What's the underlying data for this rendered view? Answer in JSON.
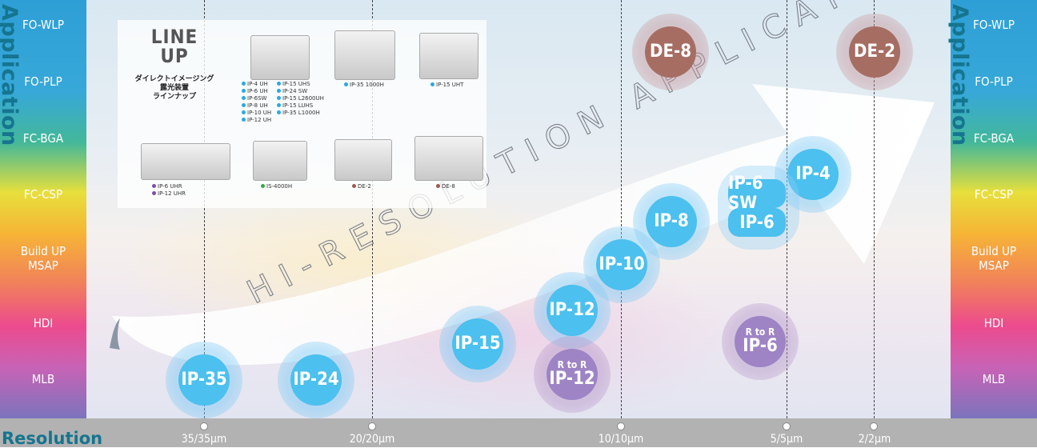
{
  "side_title": "Application",
  "applications": [
    "FO-WLP",
    "FO-PLP",
    "FC-BGA",
    "FC-CSP",
    "Build UP\nMSAP",
    "HDI",
    "MLB"
  ],
  "resolution_title": "Resolution",
  "resolutions": [
    "35/35μm",
    "20/20μm",
    "10/10μm",
    "5/5μm",
    "2/2μm"
  ],
  "banner_text": "HI-RESOLUTION APPLICATION",
  "lineup": {
    "title_line1": "LINE",
    "title_line2": "UP",
    "subtitle": "ダイレクトイメージング\n露光装置\nラインナップ",
    "tags": {
      "m1_col1": [
        "IP-4 UH",
        "IP-6 UH",
        "IP-6SW",
        "IP-8 UH",
        "IP-10 UH",
        "IP-12 UH"
      ],
      "m1_col2": [
        "IP-15 UHS",
        "IP-24 SW",
        "IP-15 L2600UH",
        "IP-15 LUHS",
        "IP-35 L1000H"
      ],
      "m2": [
        "IP-35 1000H"
      ],
      "m3": [
        "IP-15 UHT"
      ],
      "m4": [
        "IP-6 UHR",
        "IP-12 UHR"
      ],
      "m5": [
        "IS-4000H"
      ],
      "m6": [
        "DE-2"
      ],
      "m7": [
        "DE-8"
      ]
    },
    "colors": {
      "blue": "#2aa9e0",
      "purple": "#7b4fa8",
      "green": "#3aa84a",
      "brown": "#9b5a4c"
    }
  },
  "products": {
    "ip35": "IP-35",
    "ip24": "IP-24",
    "ip15": "IP-15",
    "ip12": "IP-12",
    "ip10": "IP-10",
    "ip8": "IP-8",
    "ip6sw": "IP-6 SW",
    "ip6": "IP-6",
    "ip4": "IP-4",
    "de8": "DE-8",
    "de2": "DE-2",
    "r2r_ip12_sub": "R to R",
    "r2r_ip12": "IP-12",
    "r2r_ip6_sub": "R to R",
    "r2r_ip6": "IP-6"
  }
}
